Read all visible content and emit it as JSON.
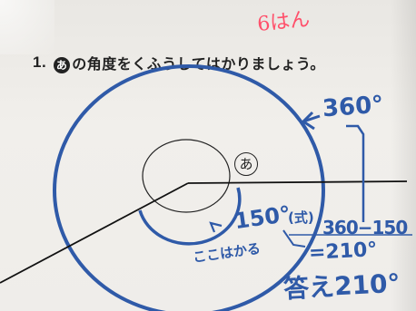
{
  "header": {
    "score": "6はん",
    "problem_number": "1.",
    "angle_symbol": "あ",
    "instruction": "の角度をくふうしてはかりましょう。"
  },
  "figure": {
    "angle_label": "あ"
  },
  "annotations": {
    "full_circle": "360°",
    "measured": "150°",
    "measure_here": "ここはかる",
    "expression_prefix": "(式)",
    "expression": "360−150",
    "equals": "=210°",
    "answer": "答え210°"
  }
}
